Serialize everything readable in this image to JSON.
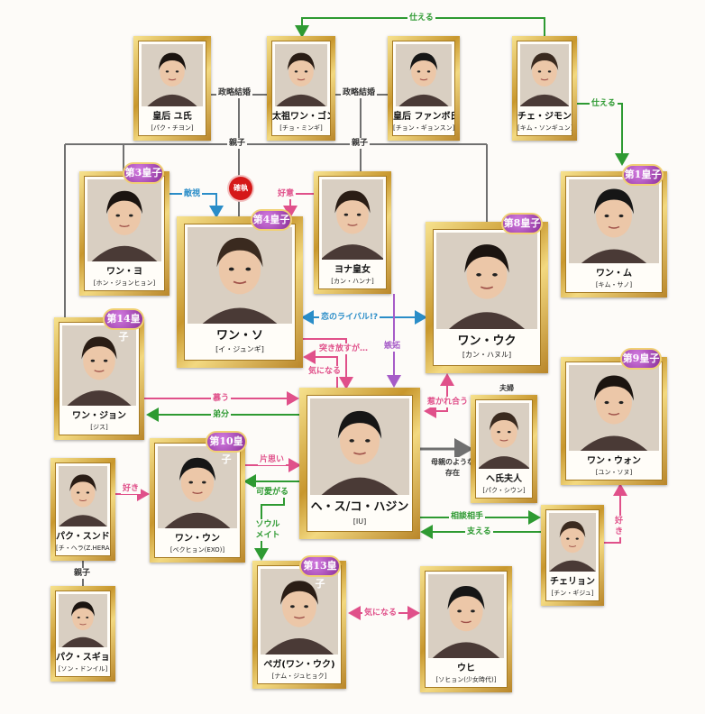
{
  "colors": {
    "pink": "#e0508a",
    "green": "#2e9a32",
    "blue": "#2a8dc8",
    "purple": "#a65cc8",
    "grey": "#707070",
    "frame": "#c8972d",
    "badge": "#8b2f99"
  },
  "characters": [
    {
      "id": "yu",
      "name": "皇后 ユ氏",
      "actor": "[パク・チヨン]",
      "badge": ""
    },
    {
      "id": "taejo",
      "name": "太祖ワン・ゴン",
      "actor": "[チョ・ミンギ]",
      "badge": ""
    },
    {
      "id": "hwangbo",
      "name": "皇后 ファンボ氏",
      "actor": "[チョン・ギョンスン]",
      "badge": ""
    },
    {
      "id": "choi",
      "name": "チェ・ジモン",
      "actor": "[キム・ソンギュン]",
      "badge": ""
    },
    {
      "id": "wangyo",
      "name": "ワン・ヨ",
      "actor": "[ホン・ジョンヒョン]",
      "badge": "第3皇子"
    },
    {
      "id": "yeona",
      "name": "ヨナ皇女",
      "actor": "[カン・ハンナ]",
      "badge": ""
    },
    {
      "id": "wangmu",
      "name": "ワン・ム",
      "actor": "[キム・サノ]",
      "badge": "第1皇子"
    },
    {
      "id": "wangso",
      "name": "ワン・ソ",
      "actor": "[イ・ジュンギ]",
      "badge": "第4皇子"
    },
    {
      "id": "wanguk",
      "name": "ワン・ウク",
      "actor": "[カン・ハヌル]",
      "badge": "第8皇子"
    },
    {
      "id": "wangjung",
      "name": "ワン・ジョン",
      "actor": "[ジス]",
      "badge": "第14皇子"
    },
    {
      "id": "hesu",
      "name": "ヘ・ス/コ・ハジン",
      "actor": "[IU]",
      "badge": ""
    },
    {
      "id": "hae",
      "name": "へ氏夫人",
      "actor": "[パク・シウン]",
      "badge": ""
    },
    {
      "id": "wangwon",
      "name": "ワン・ウォン",
      "actor": "[ユン・ソヌ]",
      "badge": "第9皇子"
    },
    {
      "id": "park",
      "name": "パク・スンドク",
      "actor": "[チ・ヘラ(Z.HERA)]",
      "badge": ""
    },
    {
      "id": "wangeun",
      "name": "ワン・ウン",
      "actor": "[ベクヒョン(EXO)]",
      "badge": "第10皇子"
    },
    {
      "id": "chaeryung",
      "name": "チェリョン",
      "actor": "[チン・ギジュ]",
      "badge": ""
    },
    {
      "id": "parksg",
      "name": "パク・スギョン",
      "actor": "[ソン・ドンイル]",
      "badge": ""
    },
    {
      "id": "baekah",
      "name": "ペガ(ワン・ウク)",
      "actor": "[ナム・ジュヒョク]",
      "badge": "第13皇子"
    },
    {
      "id": "woohee",
      "name": "ウヒ",
      "actor": "[ソヒョン(少女時代)]",
      "badge": ""
    }
  ],
  "relations": {
    "serve_top": "仕える",
    "serve_right": "仕える",
    "marriage_left": "政略結婚",
    "marriage_right": "政略結婚",
    "parent_left": "親子",
    "parent_right": "親子",
    "parent_park": "親子",
    "hostile": "敵視",
    "conflict": "確執",
    "favor": "好意",
    "rival": "恋のライバル!?",
    "pushaway": "突き放すが…",
    "jealousy": "嫉妬",
    "concern": "気になる",
    "attracted": "惹かれ合う",
    "married": "夫婦",
    "admire": "慕う",
    "little_brother": "弟分",
    "mother_like": "母親のような存在",
    "unrequited": "片思い",
    "cute": "可愛がる",
    "like_left": "好き",
    "like_right": "好き",
    "soulmate": "ソウルメイト",
    "advisor": "相談相手",
    "support": "支える",
    "concern2": "気になる"
  }
}
